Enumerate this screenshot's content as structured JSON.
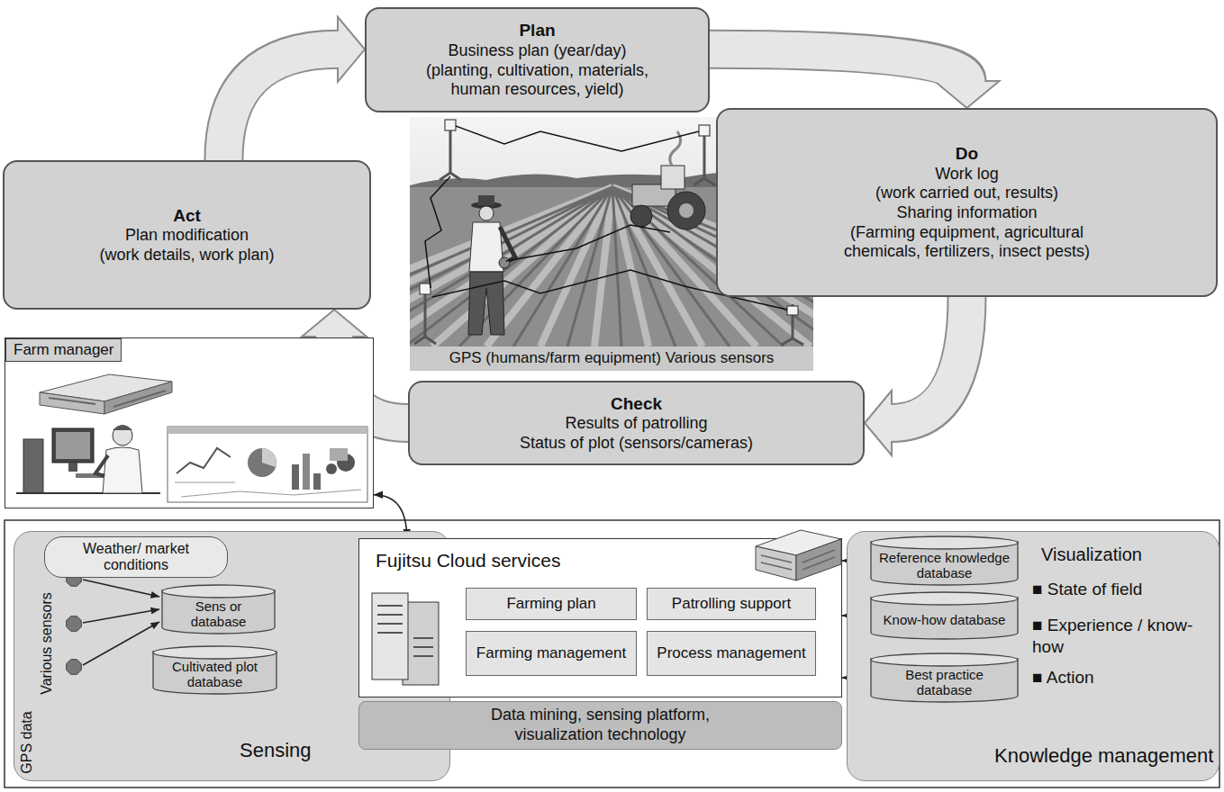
{
  "diagram": {
    "nodes": [
      {
        "text": [
          "Plan",
          "Business plan (year/day)",
          "(planting, cultivation, materials, human resources, yield)"
        ]
      },
      {
        "text": [
          "Act",
          "Plan modification",
          "(work details, work plan)"
        ]
      },
      {
        "text": [
          "Do",
          "Work log",
          "(work carried out, results)",
          "Sharing information",
          "(Farming equipment, agricultural chemicals, fertilizers, insect pests)"
        ]
      },
      {
        "text": [
          "GPS (humans/farm equipment) Various sensors"
        ]
      },
      {
        "text": [
          "Check",
          "Results of patrolling",
          "Status of plot (sensors/cameras)"
        ]
      },
      {
        "text": [
          "Farm manager"
        ]
      },
      {
        "text": [
          "Sensing"
        ]
      },
      {
        "text": [
          "Weather/ market conditions"
        ],
        "in": 6
      },
      {
        "text": [
          "Sens or database"
        ],
        "in": 6
      },
      {
        "text": [
          "Cultivated plot database"
        ],
        "in": 6
      },
      {
        "text": [
          "Fujitsu Cloud services"
        ]
      },
      {
        "text": [
          "Farming plan"
        ],
        "in": 10
      },
      {
        "text": [
          "Patrolling support"
        ],
        "in": 10
      },
      {
        "text": [
          "Farming management"
        ],
        "in": 10
      },
      {
        "text": [
          "Process management"
        ],
        "in": 10
      },
      {
        "text": [
          "Data mining, sensing platform, visualization technology"
        ]
      },
      {
        "text": [
          "Visualization",
          "■ State of field",
          "■ Experience / know-how",
          "■ Action",
          "Knowledge management"
        ]
      },
      {
        "text": [
          "Reference knowledge database"
        ],
        "in": 16
      },
      {
        "text": [
          "Know-how database"
        ],
        "in": 16
      },
      {
        "text": [
          "Best practice database"
        ],
        "in": 16
      }
    ],
    "edges": [
      {
        "from": 0,
        "to": 2,
        "arrow": "to"
      },
      {
        "from": 2,
        "to": 4,
        "arrow": "to"
      },
      {
        "from": 4,
        "to": 1,
        "arrow": "to"
      },
      {
        "from": 1,
        "to": 0,
        "arrow": "to"
      },
      {
        "from": 5,
        "to": 10,
        "arrow": "both"
      },
      {
        "from": 7,
        "to": 10,
        "arrow": "to"
      },
      {
        "from": 8,
        "to": 10,
        "arrow": "to"
      },
      {
        "from": 9,
        "to": 10,
        "arrow": "both"
      },
      {
        "from": 17,
        "to": 10,
        "arrow": "to"
      },
      {
        "from": 18,
        "to": 10,
        "arrow": "both"
      },
      {
        "from": 19,
        "to": 10,
        "arrow": "both"
      }
    ],
    "labels": [
      "GPS data",
      "Various sensors"
    ]
  }
}
